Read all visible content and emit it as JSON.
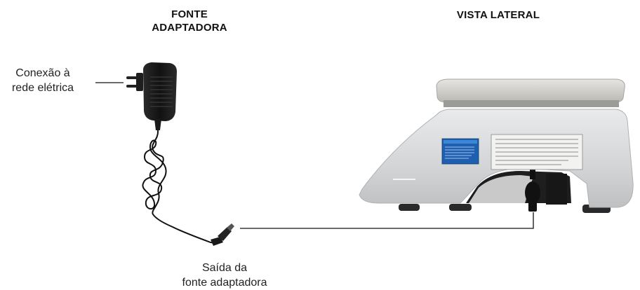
{
  "headings": {
    "adapter_line1": "FONTE",
    "adapter_line2": "ADAPTADORA",
    "side_view": "VISTA LATERAL"
  },
  "labels": {
    "mains_line1": "Conexão à",
    "mains_line2": "rede elétrica",
    "output_line1": "Saída da",
    "output_line2": "fonte adaptadora"
  },
  "colors": {
    "line": "#111111",
    "scale_body": "#d9dadb",
    "scale_platter": "#cfcfcc",
    "adapter_body": "#1b1b1b",
    "sticker_blue": "#1f5fb0"
  },
  "icons": [
    "power-adapter-icon",
    "scale-side-view-icon"
  ]
}
